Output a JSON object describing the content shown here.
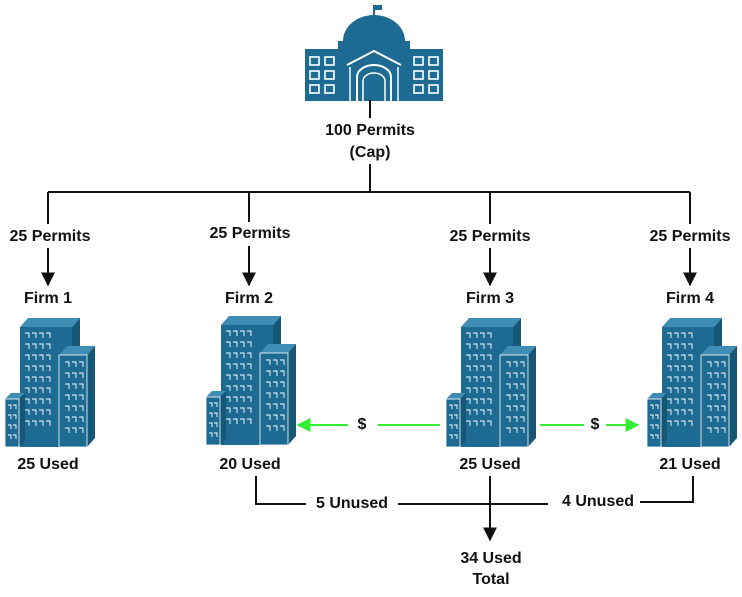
{
  "government": {
    "icon": "government-building-icon",
    "cap_line1": "100 Permits",
    "cap_line2": "(Cap)"
  },
  "firms": [
    {
      "name": "Firm 1",
      "allocation": "25 Permits",
      "used": "25 Used"
    },
    {
      "name": "Firm 2",
      "allocation": "25 Permits",
      "used": "20 Used"
    },
    {
      "name": "Firm 3",
      "allocation": "25 Permits",
      "used": "25 Used"
    },
    {
      "name": "Firm 4",
      "allocation": "25 Permits",
      "used": "21 Used"
    }
  ],
  "trades": {
    "left_symbol": "$",
    "right_symbol": "$"
  },
  "unused": {
    "firm2": "5 Unused",
    "firm4": "4 Unused"
  },
  "total": {
    "line1": "34 Used",
    "line2": "Total"
  },
  "colors": {
    "building": "#1d6b93",
    "window": "#ffffff",
    "trade_arrow": "#33ee33",
    "line": "#111111"
  }
}
